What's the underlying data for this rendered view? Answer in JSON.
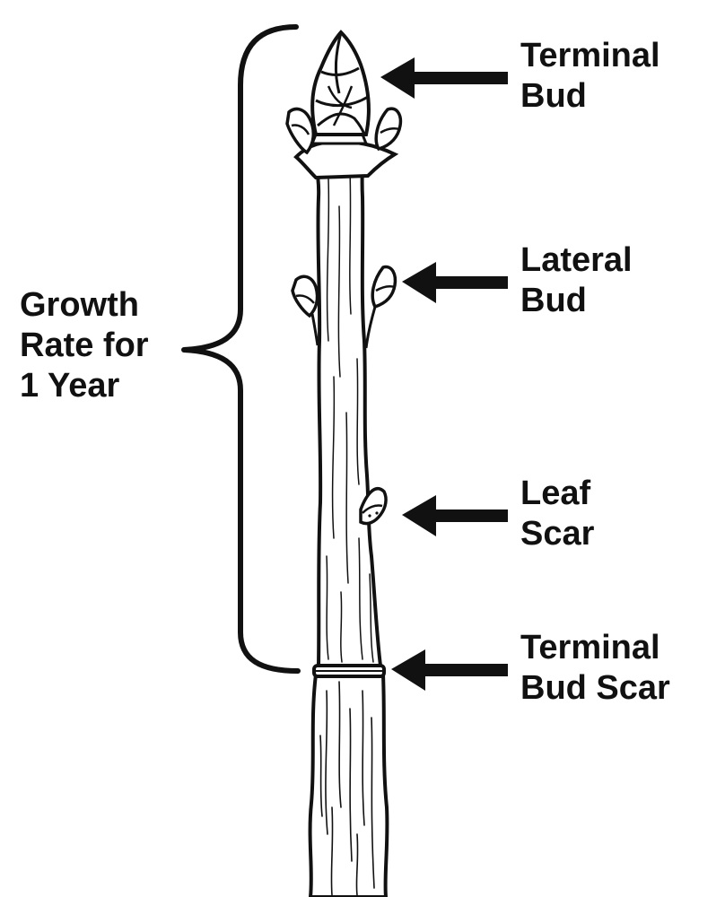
{
  "labels": {
    "terminal_bud": [
      "Terminal",
      "Bud"
    ],
    "lateral_bud": [
      "Lateral",
      "Bud"
    ],
    "leaf_scar": [
      "Leaf",
      "Scar"
    ],
    "terminal_bud_scar": [
      "Terminal",
      "Bud Scar"
    ],
    "growth_rate": [
      "Growth",
      "Rate for",
      "1 Year"
    ]
  },
  "colors": {
    "ink": "#111111",
    "background": "#ffffff"
  }
}
